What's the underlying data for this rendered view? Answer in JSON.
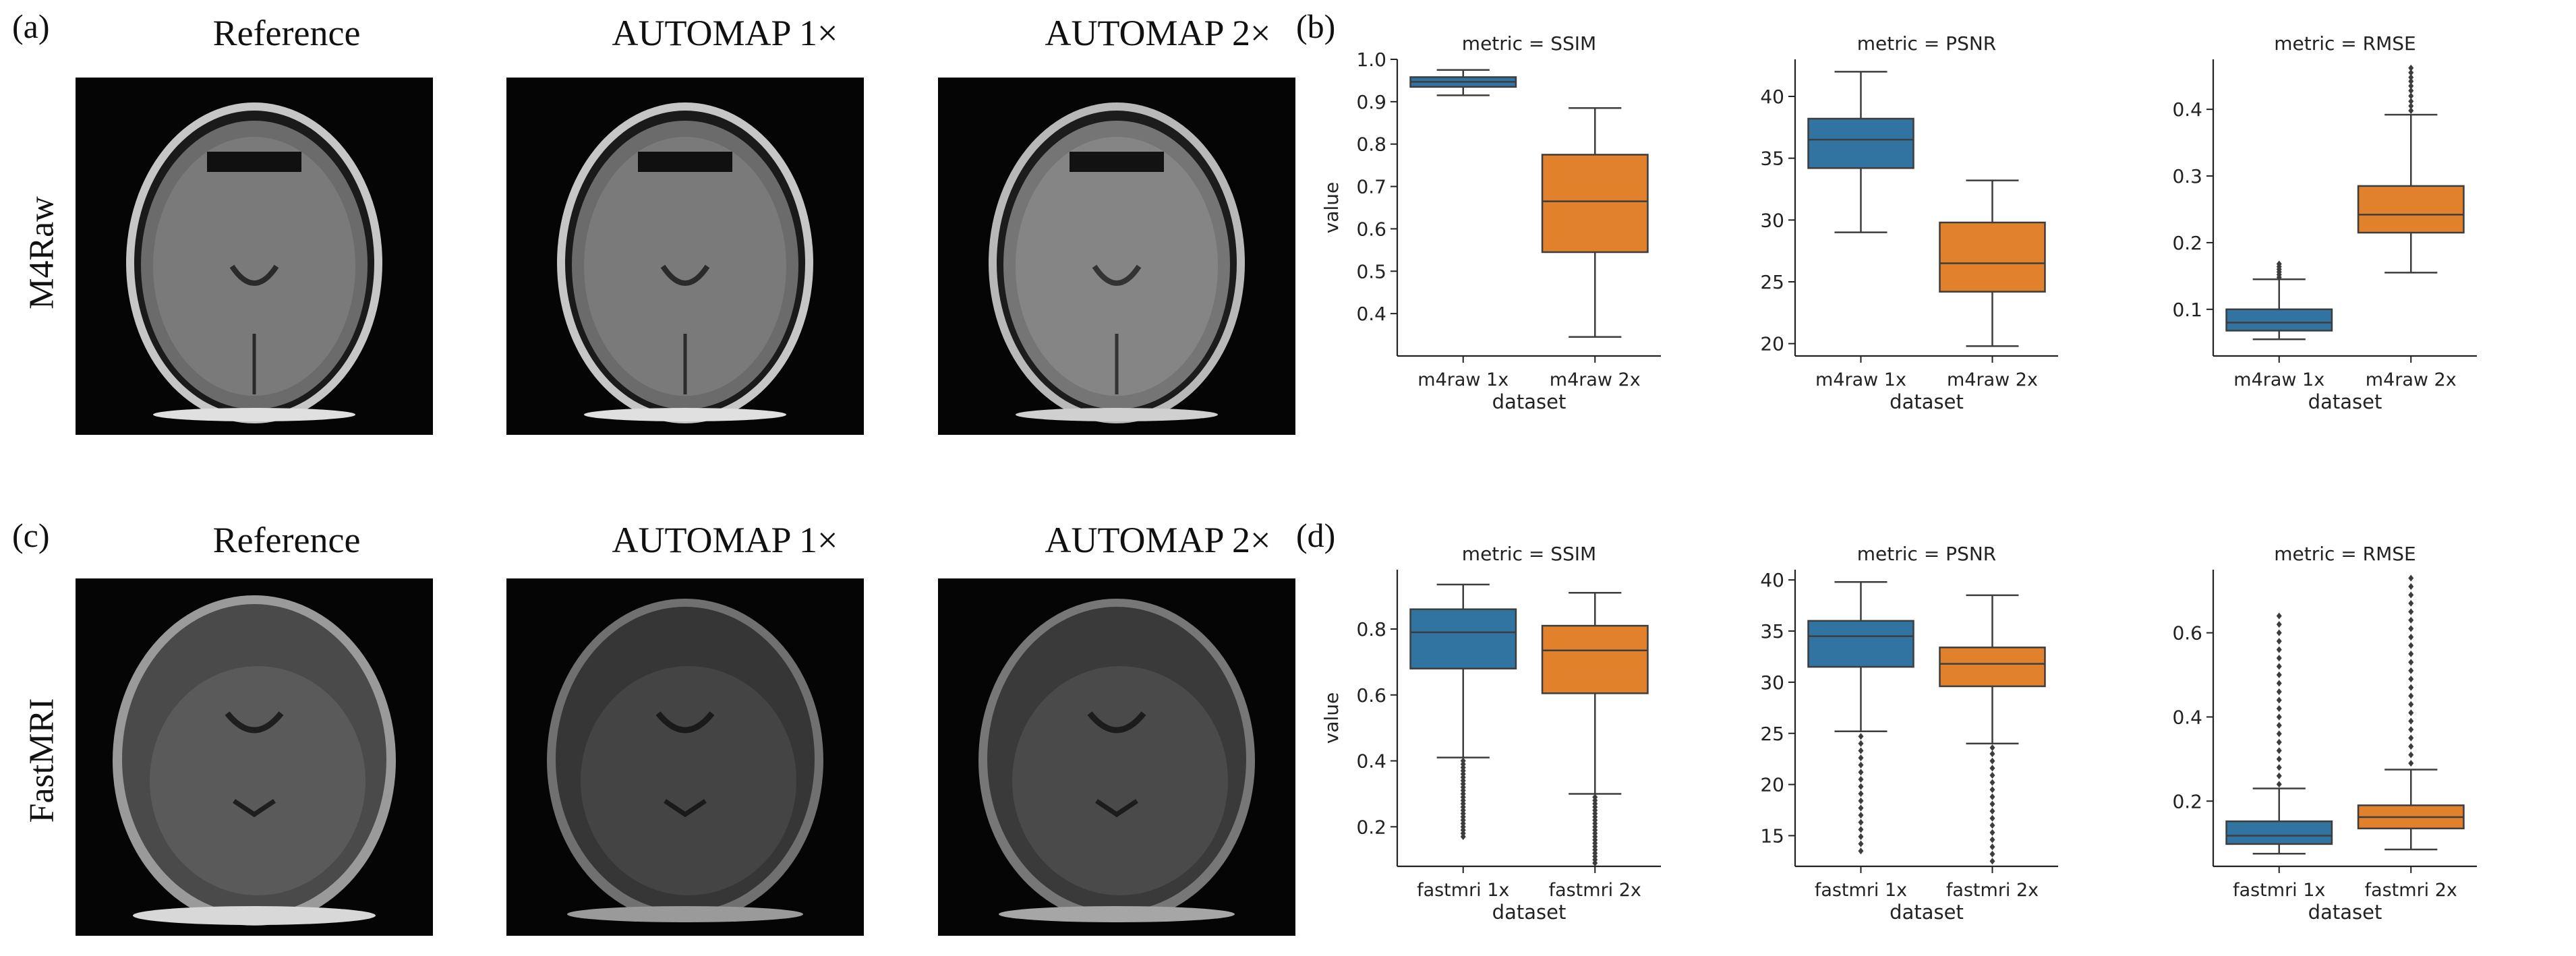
{
  "panel_labels": [
    "(a)",
    "(b)",
    "(c)",
    "(d)"
  ],
  "row_labels": [
    "M4Raw",
    "FastMRI"
  ],
  "column_titles": [
    "Reference",
    "AUTOMAP 1×",
    "AUTOMAP 2×"
  ],
  "colors": {
    "blue": "#3274a1",
    "orange": "#e1812c",
    "line": "#3d3d3d"
  },
  "chart_data": [
    {
      "type": "box",
      "panel": "(b)",
      "title": "metric = SSIM",
      "xlabel": "dataset",
      "ylabel": "value",
      "ylim": [
        0.3,
        1.0
      ],
      "yticks": [
        0.4,
        0.5,
        0.6,
        0.7,
        0.8,
        0.9,
        1.0
      ],
      "ytick_labels": [
        "0.4",
        "0.5",
        "0.6",
        "0.7",
        "0.8",
        "0.9",
        "1.0"
      ],
      "categories": [
        "m4raw 1x",
        "m4raw 2x"
      ],
      "boxes": [
        {
          "whisker_low": 0.915,
          "q1": 0.935,
          "median": 0.947,
          "q3": 0.958,
          "whisker_high": 0.975,
          "outliers": []
        },
        {
          "whisker_low": 0.345,
          "q1": 0.545,
          "median": 0.665,
          "q3": 0.775,
          "whisker_high": 0.885,
          "outliers": []
        }
      ]
    },
    {
      "type": "box",
      "panel": "(b)",
      "title": "metric = PSNR",
      "xlabel": "dataset",
      "ylabel": "",
      "ylim": [
        19,
        43
      ],
      "yticks": [
        20,
        25,
        30,
        35,
        40
      ],
      "ytick_labels": [
        "20",
        "25",
        "30",
        "35",
        "40"
      ],
      "categories": [
        "m4raw 1x",
        "m4raw 2x"
      ],
      "boxes": [
        {
          "whisker_low": 29.0,
          "q1": 34.2,
          "median": 36.5,
          "q3": 38.2,
          "whisker_high": 42.0,
          "outliers": []
        },
        {
          "whisker_low": 19.8,
          "q1": 24.2,
          "median": 26.5,
          "q3": 29.8,
          "whisker_high": 33.2,
          "outliers": []
        }
      ]
    },
    {
      "type": "box",
      "panel": "(b)",
      "title": "metric = RMSE",
      "xlabel": "dataset",
      "ylabel": "",
      "ylim": [
        0.03,
        0.475
      ],
      "yticks": [
        0.1,
        0.2,
        0.3,
        0.4
      ],
      "ytick_labels": [
        "0.1",
        "0.2",
        "0.3",
        "0.4"
      ],
      "categories": [
        "m4raw 1x",
        "m4raw 2x"
      ],
      "boxes": [
        {
          "whisker_low": 0.055,
          "q1": 0.068,
          "median": 0.08,
          "q3": 0.1,
          "whisker_high": 0.145,
          "outliers": [
            0.148,
            0.152,
            0.156,
            0.16,
            0.164,
            0.168
          ]
        },
        {
          "whisker_low": 0.155,
          "q1": 0.215,
          "median": 0.242,
          "q3": 0.285,
          "whisker_high": 0.392,
          "outliers": [
            0.398,
            0.405,
            0.412,
            0.42,
            0.428,
            0.435,
            0.442,
            0.448,
            0.455,
            0.462
          ]
        }
      ]
    },
    {
      "type": "box",
      "panel": "(d)",
      "title": "metric = SSIM",
      "xlabel": "dataset",
      "ylabel": "value",
      "ylim": [
        0.08,
        0.98
      ],
      "yticks": [
        0.2,
        0.4,
        0.6,
        0.8
      ],
      "ytick_labels": [
        "0.2",
        "0.4",
        "0.6",
        "0.8"
      ],
      "categories": [
        "fastmri 1x",
        "fastmri 2x"
      ],
      "boxes": [
        {
          "whisker_low": 0.41,
          "q1": 0.68,
          "median": 0.79,
          "q3": 0.86,
          "whisker_high": 0.935,
          "outliers": [
            0.17,
            0.18,
            0.19,
            0.2,
            0.21,
            0.22,
            0.23,
            0.24,
            0.25,
            0.26,
            0.27,
            0.28,
            0.29,
            0.3,
            0.31,
            0.32,
            0.33,
            0.34,
            0.35,
            0.36,
            0.37,
            0.38,
            0.39,
            0.4
          ]
        },
        {
          "whisker_low": 0.3,
          "q1": 0.605,
          "median": 0.735,
          "q3": 0.81,
          "whisker_high": 0.91,
          "outliers": [
            0.09,
            0.1,
            0.11,
            0.12,
            0.13,
            0.14,
            0.15,
            0.16,
            0.17,
            0.18,
            0.19,
            0.2,
            0.21,
            0.22,
            0.23,
            0.24,
            0.25,
            0.26,
            0.27,
            0.28,
            0.29
          ]
        }
      ]
    },
    {
      "type": "box",
      "panel": "(d)",
      "title": "metric = PSNR",
      "xlabel": "dataset",
      "ylabel": "",
      "ylim": [
        12,
        41
      ],
      "yticks": [
        15,
        20,
        25,
        30,
        35,
        40
      ],
      "ytick_labels": [
        "15",
        "20",
        "25",
        "30",
        "35",
        "40"
      ],
      "categories": [
        "fastmri 1x",
        "fastmri 2x"
      ],
      "boxes": [
        {
          "whisker_low": 25.2,
          "q1": 31.5,
          "median": 34.5,
          "q3": 36.0,
          "whisker_high": 39.8,
          "outliers": [
            13.5,
            14.2,
            14.9,
            15.6,
            16.3,
            17.0,
            17.7,
            18.4,
            19.1,
            19.8,
            20.5,
            21.2,
            21.9,
            22.6,
            23.3,
            24.0,
            24.7
          ]
        },
        {
          "whisker_low": 24.0,
          "q1": 29.6,
          "median": 31.8,
          "q3": 33.4,
          "whisker_high": 38.5,
          "outliers": [
            12.5,
            13.2,
            13.9,
            14.6,
            15.3,
            16.0,
            16.7,
            17.4,
            18.1,
            18.8,
            19.5,
            20.2,
            20.9,
            21.6,
            22.3,
            23.0,
            23.6
          ]
        }
      ]
    },
    {
      "type": "box",
      "panel": "(d)",
      "title": "metric = RMSE",
      "xlabel": "dataset",
      "ylabel": "",
      "ylim": [
        0.045,
        0.75
      ],
      "yticks": [
        0.2,
        0.4,
        0.6
      ],
      "ytick_labels": [
        "0.2",
        "0.4",
        "0.6"
      ],
      "categories": [
        "fastmri 1x",
        "fastmri 2x"
      ],
      "boxes": [
        {
          "whisker_low": 0.075,
          "q1": 0.098,
          "median": 0.118,
          "q3": 0.152,
          "whisker_high": 0.23,
          "outliers": [
            0.24,
            0.26,
            0.28,
            0.3,
            0.32,
            0.34,
            0.36,
            0.38,
            0.4,
            0.42,
            0.44,
            0.46,
            0.48,
            0.5,
            0.52,
            0.54,
            0.56,
            0.58,
            0.6,
            0.62,
            0.64
          ]
        },
        {
          "whisker_low": 0.085,
          "q1": 0.135,
          "median": 0.162,
          "q3": 0.19,
          "whisker_high": 0.275,
          "outliers": [
            0.29,
            0.31,
            0.33,
            0.35,
            0.37,
            0.39,
            0.41,
            0.43,
            0.45,
            0.47,
            0.49,
            0.51,
            0.53,
            0.55,
            0.57,
            0.59,
            0.61,
            0.63,
            0.65,
            0.67,
            0.69,
            0.71,
            0.73
          ]
        }
      ]
    }
  ]
}
